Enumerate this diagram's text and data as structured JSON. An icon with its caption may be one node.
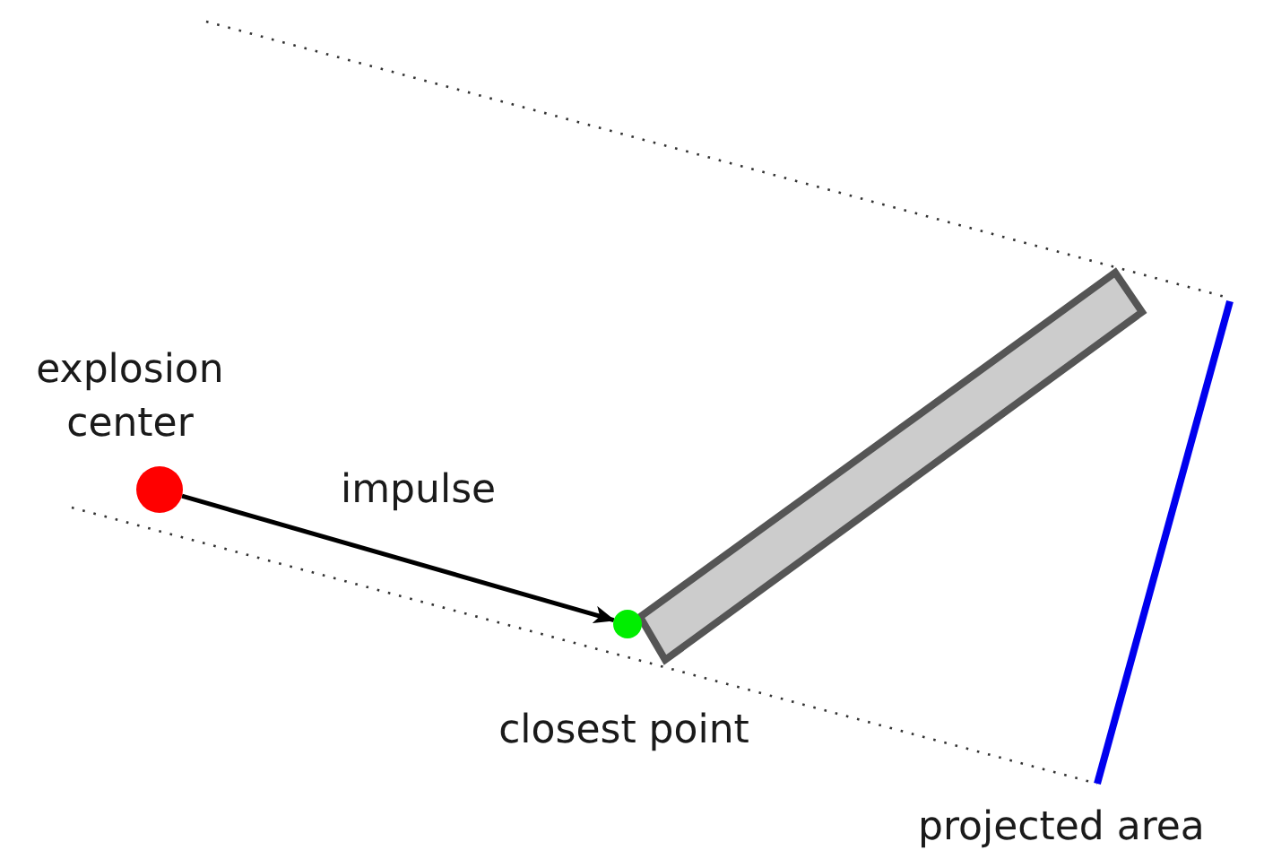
{
  "diagram": {
    "nodes": [
      {
        "text": [],
        "shape": "circle",
        "beside": [
          "explosion center"
        ]
      },
      {
        "text": [],
        "shape": "circle",
        "beside": [
          "closest point"
        ]
      }
    ],
    "edges": [
      {
        "from": 0,
        "to": 1,
        "arrow": "to",
        "label": "impulse"
      }
    ],
    "labels": [
      "projected area"
    ]
  }
}
